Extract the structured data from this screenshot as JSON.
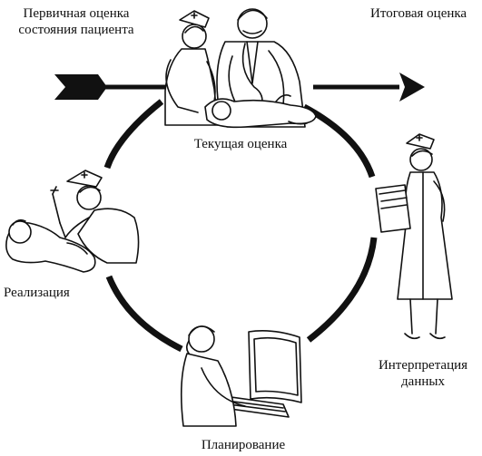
{
  "labels": {
    "initial_line1": "Первичная оценка",
    "initial_line2": "состояния пациента",
    "final": "Итоговая оценка",
    "current": "Текущая оценка",
    "implementation": "Реализация",
    "interpretation_line1": "Интерпретация",
    "interpretation_line2": "данных",
    "planning": "Планирование"
  },
  "colors": {
    "ink": "#111111",
    "background": "#ffffff"
  },
  "icons": {
    "initial_arrow": "arrow-right-icon",
    "final_arrow": "arrow-right-icon"
  }
}
